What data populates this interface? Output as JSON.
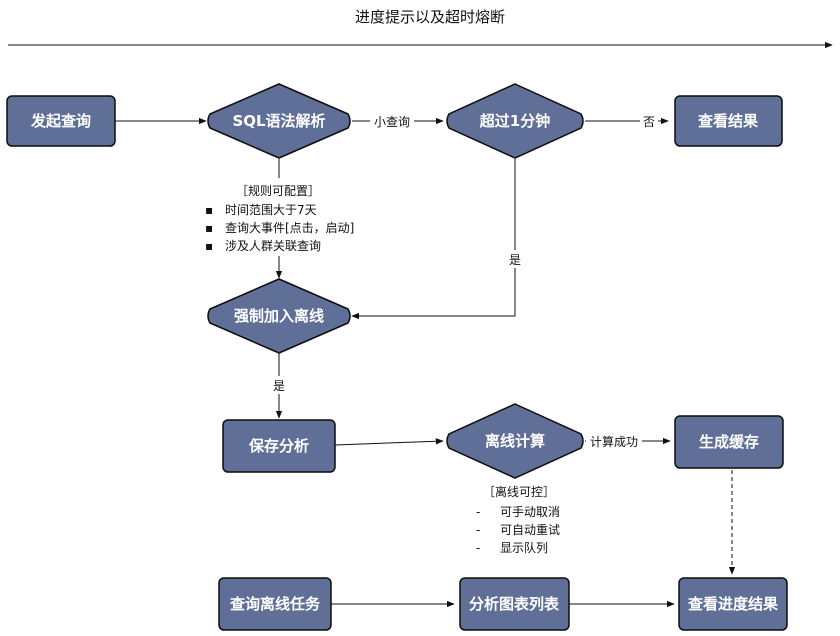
{
  "header": {
    "title": "进度提示以及超时熔断"
  },
  "nodes": {
    "start_query": "发起查询",
    "sql_parse": "SQL语法解析",
    "over_1min": "超过1分钟",
    "view_result": "查看结果",
    "force_offline": "强制加入离线",
    "save_analysis": "保存分析",
    "offline_compute": "离线计算",
    "gen_cache": "生成缓存",
    "query_offline_tasks": "查询离线任务",
    "analysis_chart_list": "分析图表列表",
    "view_progress_result": "查看进度结果"
  },
  "edges": {
    "small_query": "小查询",
    "no": "否",
    "yes_right": "是",
    "yes_down": "是",
    "compute_success": "计算成功"
  },
  "notes": {
    "rules": {
      "title": "［规则可配置］",
      "items": [
        "时间范围大于7天",
        "查询大事件[点击，启动]",
        "涉及人群关联查询"
      ]
    },
    "offline": {
      "title": "［离线可控］",
      "items": [
        "可手动取消",
        "可自动重试",
        "显示队列"
      ]
    }
  }
}
